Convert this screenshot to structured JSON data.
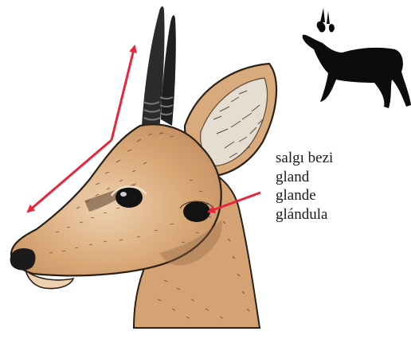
{
  "gland_labels": [
    "salgı bezi",
    "gland",
    "glande",
    "glándula"
  ],
  "colors": {
    "arrow": "#e8253a",
    "horn": "#1f1f1f",
    "fur": "#d7a476",
    "fur_light": "#eed1b0",
    "fur_dark": "#b9835a",
    "outline": "#2a2016",
    "silhouette": "#0b0b0b",
    "inner_ear": "#e6ddd2"
  }
}
